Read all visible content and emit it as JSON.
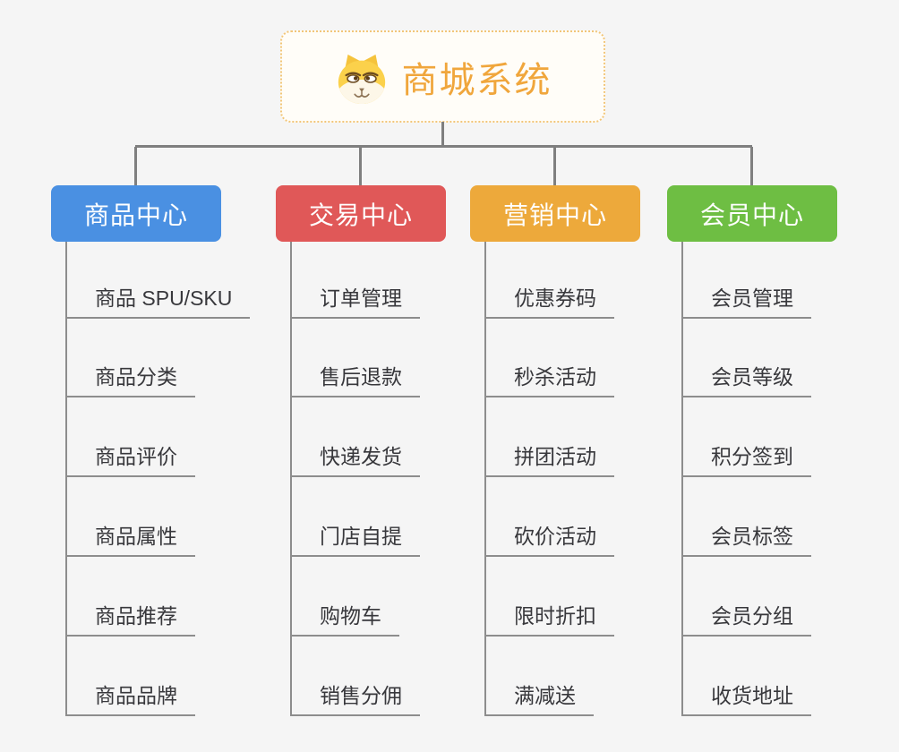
{
  "root": {
    "title": "商城系统",
    "icon": "shiba-dog-icon",
    "title_color": "#F0A63C",
    "border_color": "#F2C679"
  },
  "connector_color": "#7F7F7F",
  "background_color": "#F5F5F5",
  "branches": [
    {
      "label": "商品中心",
      "color": "#4A90E2",
      "children": [
        "商品 SPU/SKU",
        "商品分类",
        "商品评价",
        "商品属性",
        "商品推荐",
        "商品品牌"
      ]
    },
    {
      "label": "交易中心",
      "color": "#E05858",
      "children": [
        "订单管理",
        "售后退款",
        "快递发货",
        "门店自提",
        "购物车",
        "销售分佣"
      ]
    },
    {
      "label": "营销中心",
      "color": "#EDA93B",
      "children": [
        "优惠券码",
        "秒杀活动",
        "拼团活动",
        "砍价活动",
        "限时折扣",
        "满减送"
      ]
    },
    {
      "label": "会员中心",
      "color": "#6EBE43",
      "children": [
        "会员管理",
        "会员等级",
        "积分签到",
        "会员标签",
        "会员分组",
        "收货地址"
      ]
    }
  ]
}
